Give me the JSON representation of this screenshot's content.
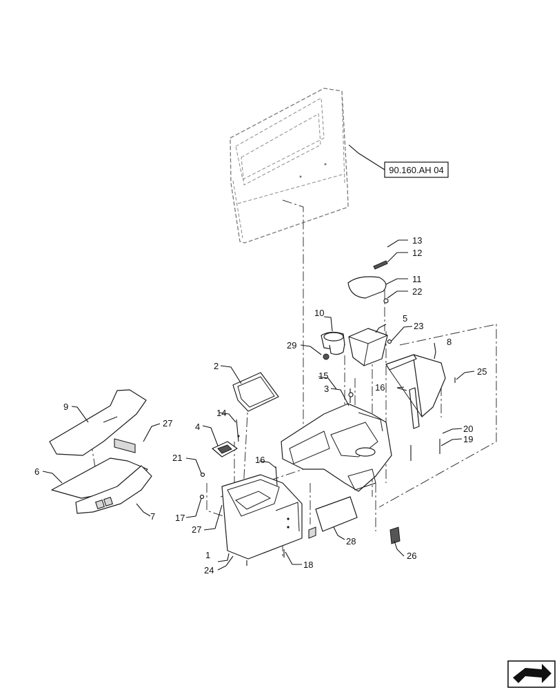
{
  "reference_label": "90.160.AH 04",
  "callouts": {
    "c1": "1",
    "c2": "2",
    "c3": "3",
    "c4": "4",
    "c5": "5",
    "c6": "6",
    "c7": "7",
    "c8": "8",
    "c9": "9",
    "c10": "10",
    "c11": "11",
    "c12": "12",
    "c13": "13",
    "c14": "14",
    "c15": "15",
    "c16a": "16",
    "c16b": "16",
    "c17": "17",
    "c18": "18",
    "c19": "19",
    "c20": "20",
    "c21": "21",
    "c22": "22",
    "c23": "23",
    "c24": "24",
    "c25": "25",
    "c26": "26",
    "c27a": "27",
    "c27b": "27",
    "c28": "28",
    "c29": "29"
  },
  "icons": {
    "corner": "navigation-arrow-icon"
  }
}
